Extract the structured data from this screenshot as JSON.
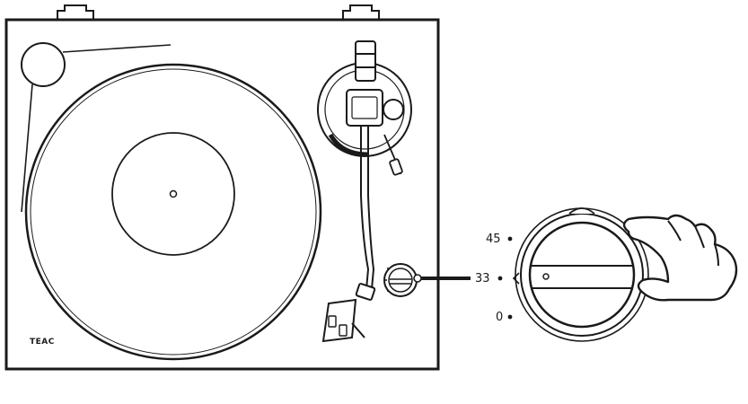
{
  "brand": {
    "logo_text": "TEAC"
  },
  "speed_dial": {
    "labels": [
      "45",
      "33",
      "0"
    ],
    "selected": "33"
  },
  "colors": {
    "stroke": "#1a1a1a",
    "background": "#ffffff",
    "leader": "#1a1a1a"
  },
  "icons": [
    "turntable-plinth",
    "platter",
    "tonearm",
    "headshell",
    "speed-selector-knob",
    "hand-icon"
  ]
}
